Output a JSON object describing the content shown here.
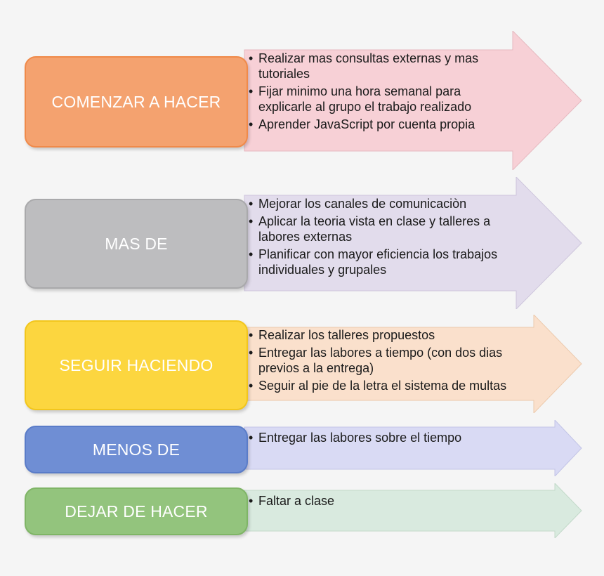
{
  "rows": [
    {
      "title": "COMENZAR A HACER",
      "box_color": "#f4a26f",
      "box_border": "#f08a4a",
      "arrow_fill": "#f7d0d6",
      "arrow_stroke": "#e6b8bf",
      "items": [
        "Realizar mas consultas externas y mas tutoriales",
        "Fijar minimo una hora semanal para explicarle al grupo el trabajo realizado",
        "Aprender JavaScript por cuenta propia"
      ]
    },
    {
      "title": "MAS DE",
      "box_color": "#bdbdbf",
      "box_border": "#a9a9ab",
      "arrow_fill": "#e2dcec",
      "arrow_stroke": "#cdc5dc",
      "items": [
        "Mejorar los canales de comunicaciòn",
        "Aplicar la teoria vista en clase y talleres a labores externas",
        "Planificar con mayor eficiencia los trabajos individuales y grupales"
      ]
    },
    {
      "title": "SEGUIR HACIENDO",
      "box_color": "#fcd63f",
      "box_border": "#f2c61c",
      "arrow_fill": "#fae0cc",
      "arrow_stroke": "#ecc9ac",
      "items": [
        "Realizar los talleres propuestos",
        "Entregar las labores a tiempo (con dos dias previos a la entrega)",
        "Seguir al pie de la letra el sistema de multas"
      ]
    },
    {
      "title": "MENOS DE",
      "box_color": "#6f8ed4",
      "box_border": "#5a7cc8",
      "arrow_fill": "#d9daf4",
      "arrow_stroke": "#c2c4e6",
      "items": [
        "Entregar las labores sobre el tiempo"
      ]
    },
    {
      "title": "DEJAR DE HACER",
      "box_color": "#93c47d",
      "box_border": "#7fb566",
      "arrow_fill": "#d9eadf",
      "arrow_stroke": "#c2d9c9",
      "items": [
        "Faltar a clase"
      ]
    }
  ]
}
